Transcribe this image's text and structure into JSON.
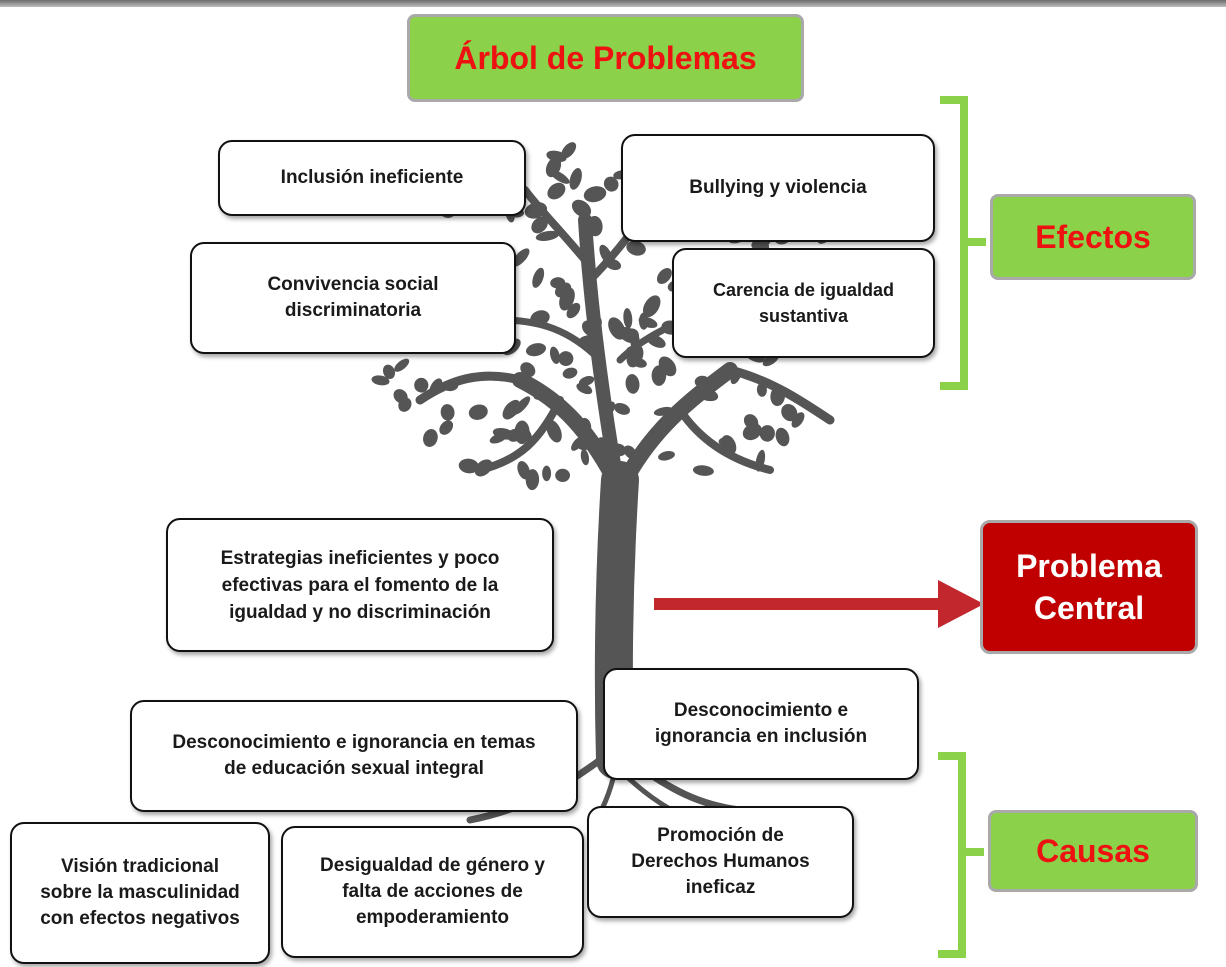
{
  "title": "Árbol de Problemas",
  "labels": {
    "efectos": "Efectos",
    "causas": "Causas",
    "problema_central": "Problema Central"
  },
  "effects": [
    "Inclusión ineficiente",
    "Bullying y violencia",
    "Convivencia social discriminatoria",
    "Carencia de igualdad sustantiva"
  ],
  "central_problem_text": "Estrategias ineficientes y poco efectivas para el fomento de la igualdad y no discriminación",
  "causes": [
    "Desconocimiento e ignorancia en inclusión",
    "Desconocimiento e ignorancia en temas de educación sexual integral",
    "Promoción de Derechos Humanos ineficaz",
    "Visión tradicional sobre la masculinidad con efectos negativos",
    "Desigualdad de género y falta de acciones de empoderamiento"
  ],
  "colors": {
    "green": "#8cd14a",
    "red_text": "#ee1111",
    "central_bg": "#c00000",
    "arrow": "#c1272d",
    "tree": "#555555"
  }
}
